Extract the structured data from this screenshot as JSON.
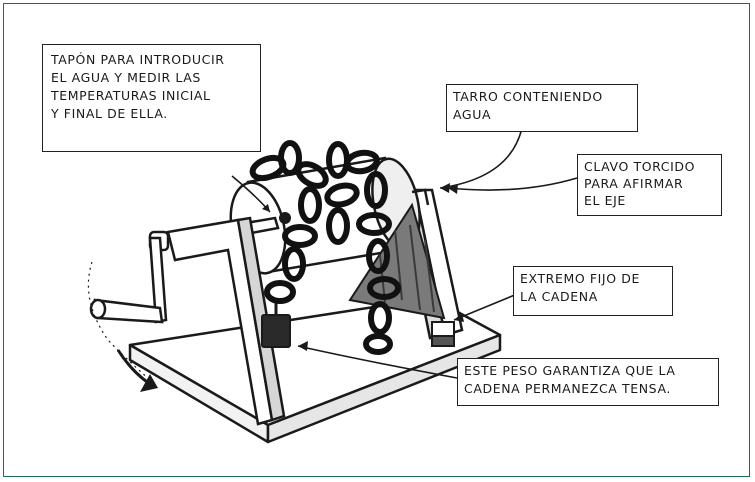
{
  "figure": {
    "border_color": "#1e6b57",
    "labels": {
      "tapon": [
        "TAPÓN PARA INTRODUCIR",
        "EL AGUA Y MEDIR LAS",
        "TEMPERATURAS INICIAL",
        "Y FINAL DE ELLA."
      ],
      "tarro": [
        "TARRO CONTENIENDO",
        "AGUA"
      ],
      "clavo": [
        "CLAVO TORCIDO",
        "PARA AFIRMAR",
        "EL EJE"
      ],
      "extremo": [
        "EXTREMO FIJO DE",
        "LA CADENA"
      ],
      "peso": [
        "ESTE PESO GARANTIZA QUE LA",
        "CADENA PERMANEZCA TENSA."
      ]
    }
  }
}
